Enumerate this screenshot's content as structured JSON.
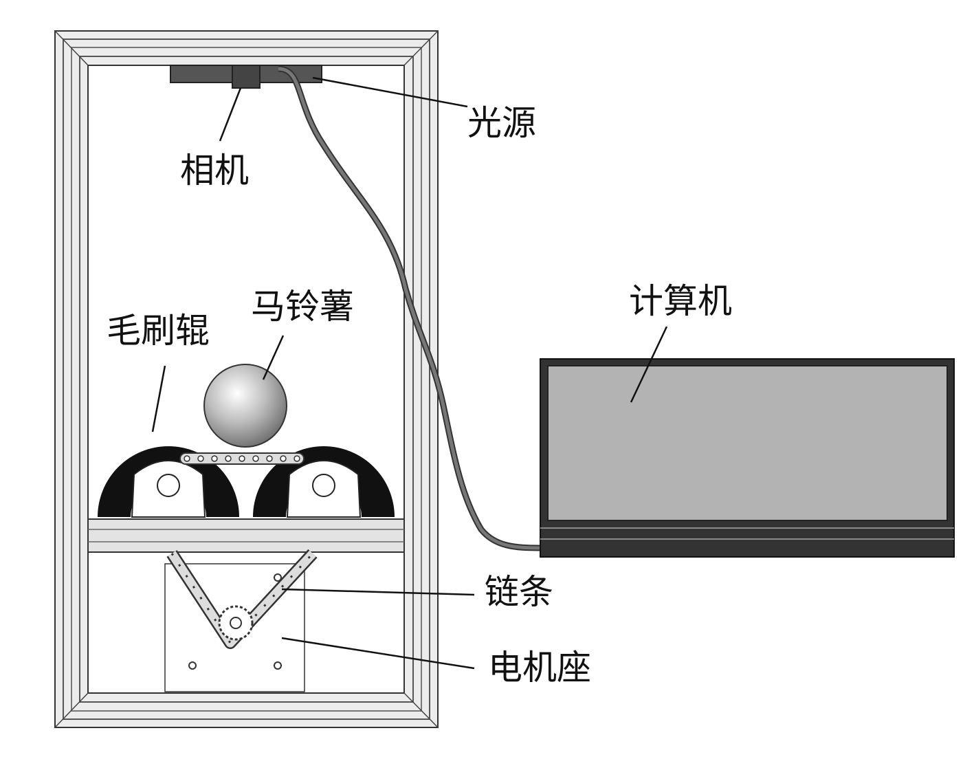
{
  "labels": {
    "light_source": "光源",
    "camera": "相机",
    "computer": "计算机",
    "potato": "马铃薯",
    "brush_roller": "毛刷辊",
    "chain": "链条",
    "motor_mount": "电机座"
  },
  "colors": {
    "frame": "#e6e6e6",
    "roller": "#111111",
    "screen": "#b3b3b3",
    "cable": "#555555"
  }
}
